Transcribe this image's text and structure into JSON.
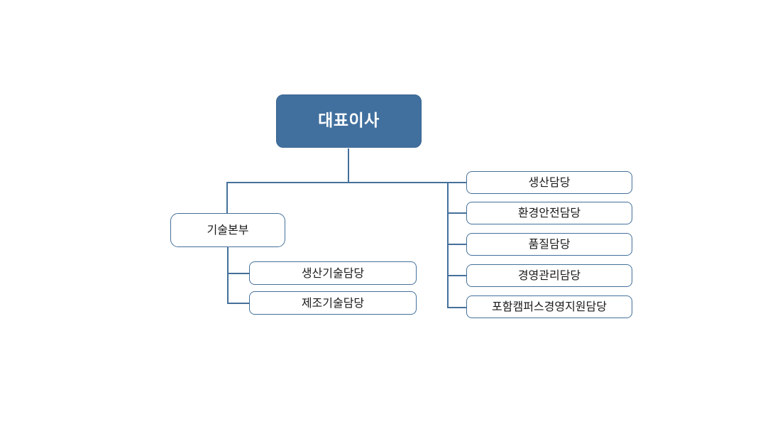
{
  "chart": {
    "type": "org-chart",
    "background_color": "#ffffff",
    "accent_color": "#41709E",
    "line_color": "#44709A",
    "root": {
      "label": "대표이사",
      "text_color": "#ffffff",
      "fill_color": "#41709E"
    },
    "left_branch": {
      "division": {
        "label": "기술본부"
      },
      "teams": [
        {
          "label": "생산기술담당"
        },
        {
          "label": "제조기술담당"
        }
      ]
    },
    "right_branch": {
      "teams": [
        {
          "label": "생산담당"
        },
        {
          "label": "환경안전담당"
        },
        {
          "label": "품질담당"
        },
        {
          "label": "경영관리담당"
        },
        {
          "label": "포함캠퍼스경영지원담당"
        }
      ]
    }
  }
}
